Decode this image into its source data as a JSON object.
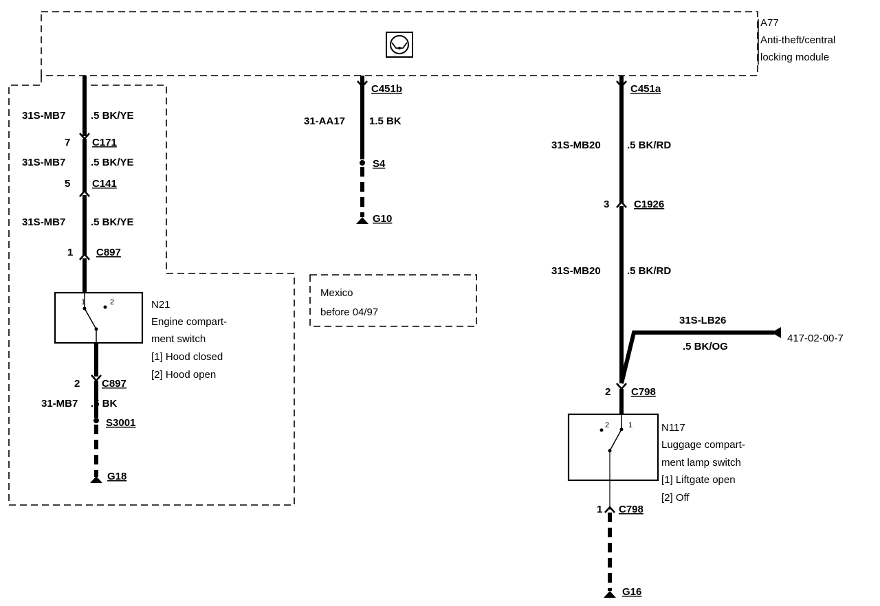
{
  "module": {
    "ref": "A77",
    "desc_line1": "Anti-theft/central",
    "desc_line2": "locking module",
    "icon": "anti-theft-symbol-icon"
  },
  "left_branch": {
    "w1_circuit": "31S-MB7",
    "w1_spec": ".5 BK/YE",
    "c171_pin": "7",
    "c171": "C171",
    "w2_circuit": "31S-MB7",
    "w2_spec": ".5 BK/YE",
    "c141_pin": "5",
    "c141": "C141",
    "w3_circuit": "31S-MB7",
    "w3_spec": ".5 BK/YE",
    "c897a_pin": "1",
    "c897a": "C897",
    "switch": {
      "ref": "N21",
      "desc_line1": "Engine compart-",
      "desc_line2": "ment switch",
      "pos1": "[1] Hood closed",
      "pos2": "[2] Hood open",
      "pin1": "1",
      "pin2": "2"
    },
    "c897b_pin": "2",
    "c897b": "C897",
    "w4_circuit": "31-MB7",
    "w4_spec": ".5 BK",
    "splice": "S3001",
    "ground": "G18"
  },
  "middle_branch": {
    "connector": "C451b",
    "circuit": "31-AA17",
    "spec": "1.5 BK",
    "splice": "S4",
    "ground": "G10",
    "note_line1": "Mexico",
    "note_line2": "before 04/97"
  },
  "right_branch": {
    "connector": "C451a",
    "w1_circuit": "31S-MB20",
    "w1_spec": ".5 BK/RD",
    "c1926_pin": "3",
    "c1926": "C1926",
    "w2_circuit": "31S-MB20",
    "w2_spec": ".5 BK/RD",
    "side_circuit": "31S-LB26",
    "side_spec": ".5 BK/OG",
    "side_ref": "417-02-00-7",
    "c798a_pin": "2",
    "c798a": "C798",
    "switch": {
      "ref": "N117",
      "desc_line1": "Luggage compart-",
      "desc_line2": "ment lamp switch",
      "pos1": "[1] Liftgate open",
      "pos2": "[2] Off",
      "pin1": "1",
      "pin2": "2"
    },
    "c798b_pin": "1",
    "c798b": "C798",
    "ground": "G16"
  }
}
